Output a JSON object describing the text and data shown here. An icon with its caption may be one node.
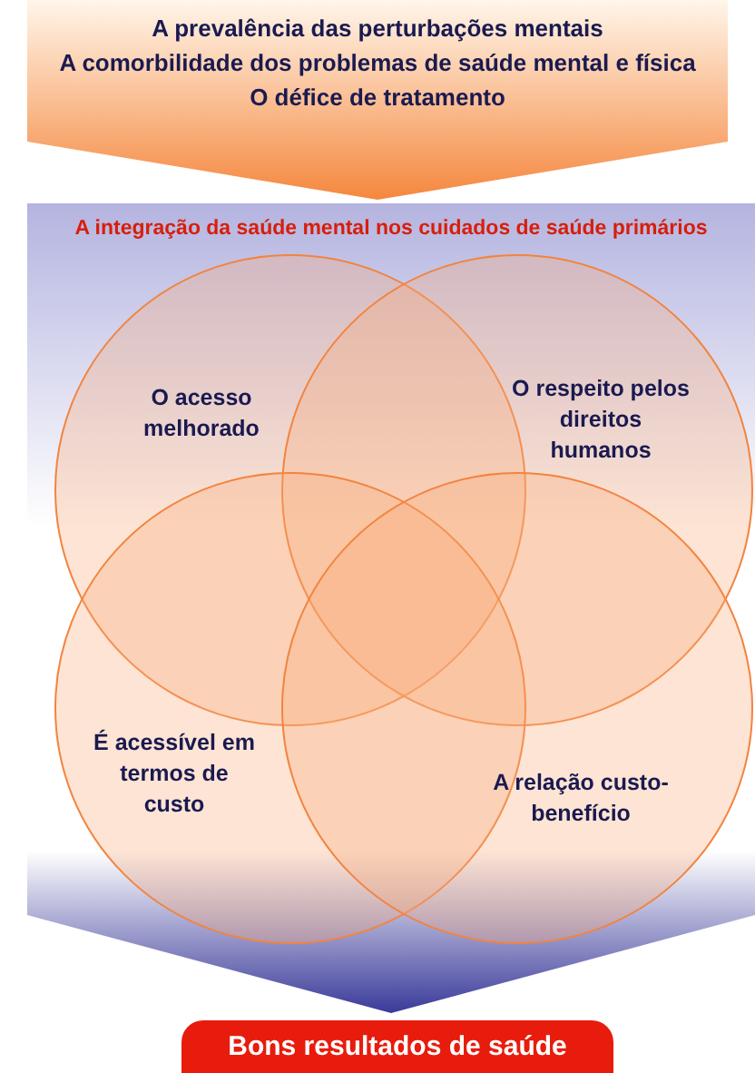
{
  "diagram": {
    "nodes": [
      {
        "text": [
          "A prevalência das perturbações mentais",
          "A comorbilidade dos problemas de saúde mental e física",
          "O défice de tratamento"
        ]
      },
      {
        "text": [
          "A integração da saúde mental nos cuidados de saúde primários"
        ]
      },
      {
        "text": [
          "O acesso melhorado"
        ],
        "in": 1
      },
      {
        "text": [
          "O respeito pelos direitos humanos"
        ],
        "in": 1
      },
      {
        "text": [
          "É acessível em termos de custo"
        ],
        "in": 1
      },
      {
        "text": [
          "A relação custo-benefício"
        ],
        "in": 1
      },
      {
        "text": [
          "Bons resultados de saúde"
        ]
      }
    ],
    "edges": []
  }
}
